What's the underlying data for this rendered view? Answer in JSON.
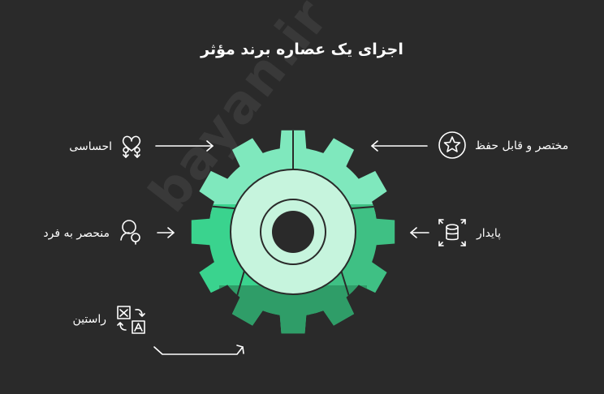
{
  "title": "اجزای یک عصاره برند مؤثر",
  "watermark": "bayan.ir",
  "components": [
    {
      "label": "احساسی",
      "icon": "hearts-icon",
      "side": "left"
    },
    {
      "label": "منحصر به فرد",
      "icon": "user-search-icon",
      "side": "left"
    },
    {
      "label": "راستین",
      "icon": "translate-icon",
      "side": "left"
    },
    {
      "label": "مختصر و قابل حفظ",
      "icon": "star-icon",
      "side": "right"
    },
    {
      "label": "پایدار",
      "icon": "database-icon",
      "side": "right"
    }
  ],
  "colors": {
    "background": "#2a2a2a",
    "gear_top": "#7fe8bd",
    "gear_left": "#3ad38e",
    "gear_right": "#3fc084",
    "gear_bottom": "#2f9d68",
    "ring": "#c6f4dd",
    "hub": "#2a2a2a",
    "line": "#ffffff"
  }
}
